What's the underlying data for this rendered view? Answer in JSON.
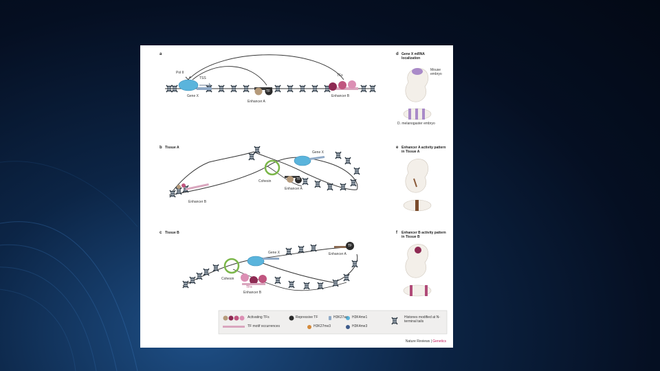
{
  "colors": {
    "background": "#050f22",
    "polII": "#5ab4dc",
    "tf_dark": "#2b2b2b",
    "tf_beige": "#b59a7a",
    "enhancer_b_pink": "#c0557f",
    "cohesin": "#7ab648",
    "expression_purple": "#a98ac8",
    "brand_accent": "#c2185b"
  },
  "panel_a": {
    "letter": "a",
    "pol2": "Pol II",
    "tss": "TSS",
    "gene": "Gene X",
    "tf": "TF",
    "tfs": "TFs",
    "enhancer_a": "Enhancer A",
    "enhancer_b": "Enhancer B"
  },
  "panel_b": {
    "letter": "b",
    "title": "Tissue A",
    "gene": "Gene X",
    "cohesin": "Cohesin",
    "tf": "TF",
    "enhancer_a": "Enhancer A",
    "enhancer_b": "Enhancer B"
  },
  "panel_c": {
    "letter": "c",
    "title": "Tissue B",
    "gene": "Gene X",
    "tf": "TF",
    "enhancer_a": "Enhancer A",
    "cohesin": "Cohesin",
    "tfs": "TFs",
    "enhancer_b": "Enhancer B"
  },
  "panel_d": {
    "letter": "d",
    "title": "Gene X mRNA localization",
    "mouse": "Mouse embryo",
    "fly": "D. melanogaster embryo"
  },
  "panel_e": {
    "letter": "e",
    "title": "Enhancer A activity pattern in Tissue A"
  },
  "panel_f": {
    "letter": "f",
    "title": "Enhancer B activity pattern in Tissue B"
  },
  "legend": {
    "activating": "Activating TFs",
    "repressive": "Repressive TF",
    "h3k27ac": "H3K27ac",
    "h3k4me1": "H3K4me1",
    "tf_motifs": "TF motif occurrences",
    "h3k27me3": "H3K27me3",
    "h3k4me3": "H3K4me3",
    "histones": "Histones modified at N-terminal tails"
  },
  "credit": {
    "journal": "Nature Reviews",
    "section": "Genetics"
  }
}
